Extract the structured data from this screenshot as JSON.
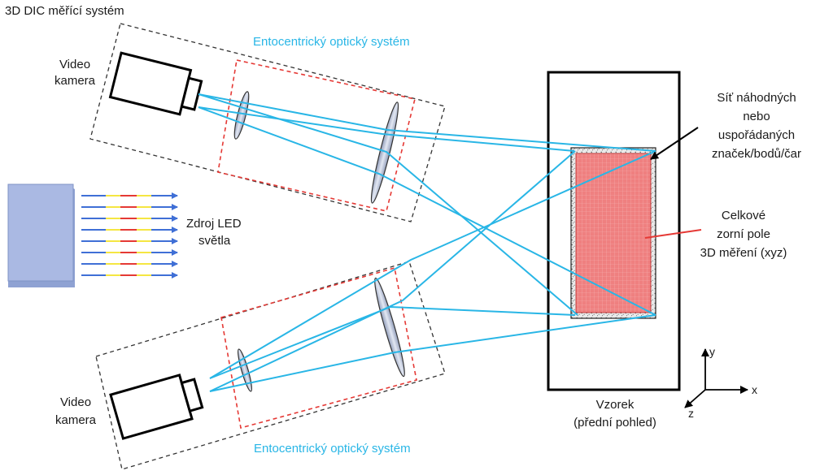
{
  "title": "3D DIC měřící systém",
  "optical_system_top": "Entocentrický optický systém",
  "optical_system_bottom": "Entocentrický optický systém",
  "camera_top": {
    "line1": "Video",
    "line2": "kamera"
  },
  "camera_bottom": {
    "line1": "Video",
    "line2": "kamera"
  },
  "led_source": {
    "line1": "Zdroj LED",
    "line2": "světla"
  },
  "pattern_label": {
    "line1": "Síť náhodných",
    "line2": "nebo",
    "line3": "uspořádaných",
    "line4": "značek/bodů/čar"
  },
  "field_label": {
    "line1": "Celkové",
    "line2": "zorní pole",
    "line3": "3D měření (xyz)"
  },
  "specimen_label": {
    "line1": "Vzorek",
    "line2": "(přední pohled)"
  },
  "axes": {
    "x": "x",
    "y": "y",
    "z": "z"
  },
  "colors": {
    "ray": "#29b6e6",
    "frame_red": "#e53935",
    "led_yellow": "#f5e642",
    "led_red": "#e53935",
    "led_blue": "#3f6fd6",
    "led_panel": "#aab9e3",
    "field": "#ef8080"
  }
}
